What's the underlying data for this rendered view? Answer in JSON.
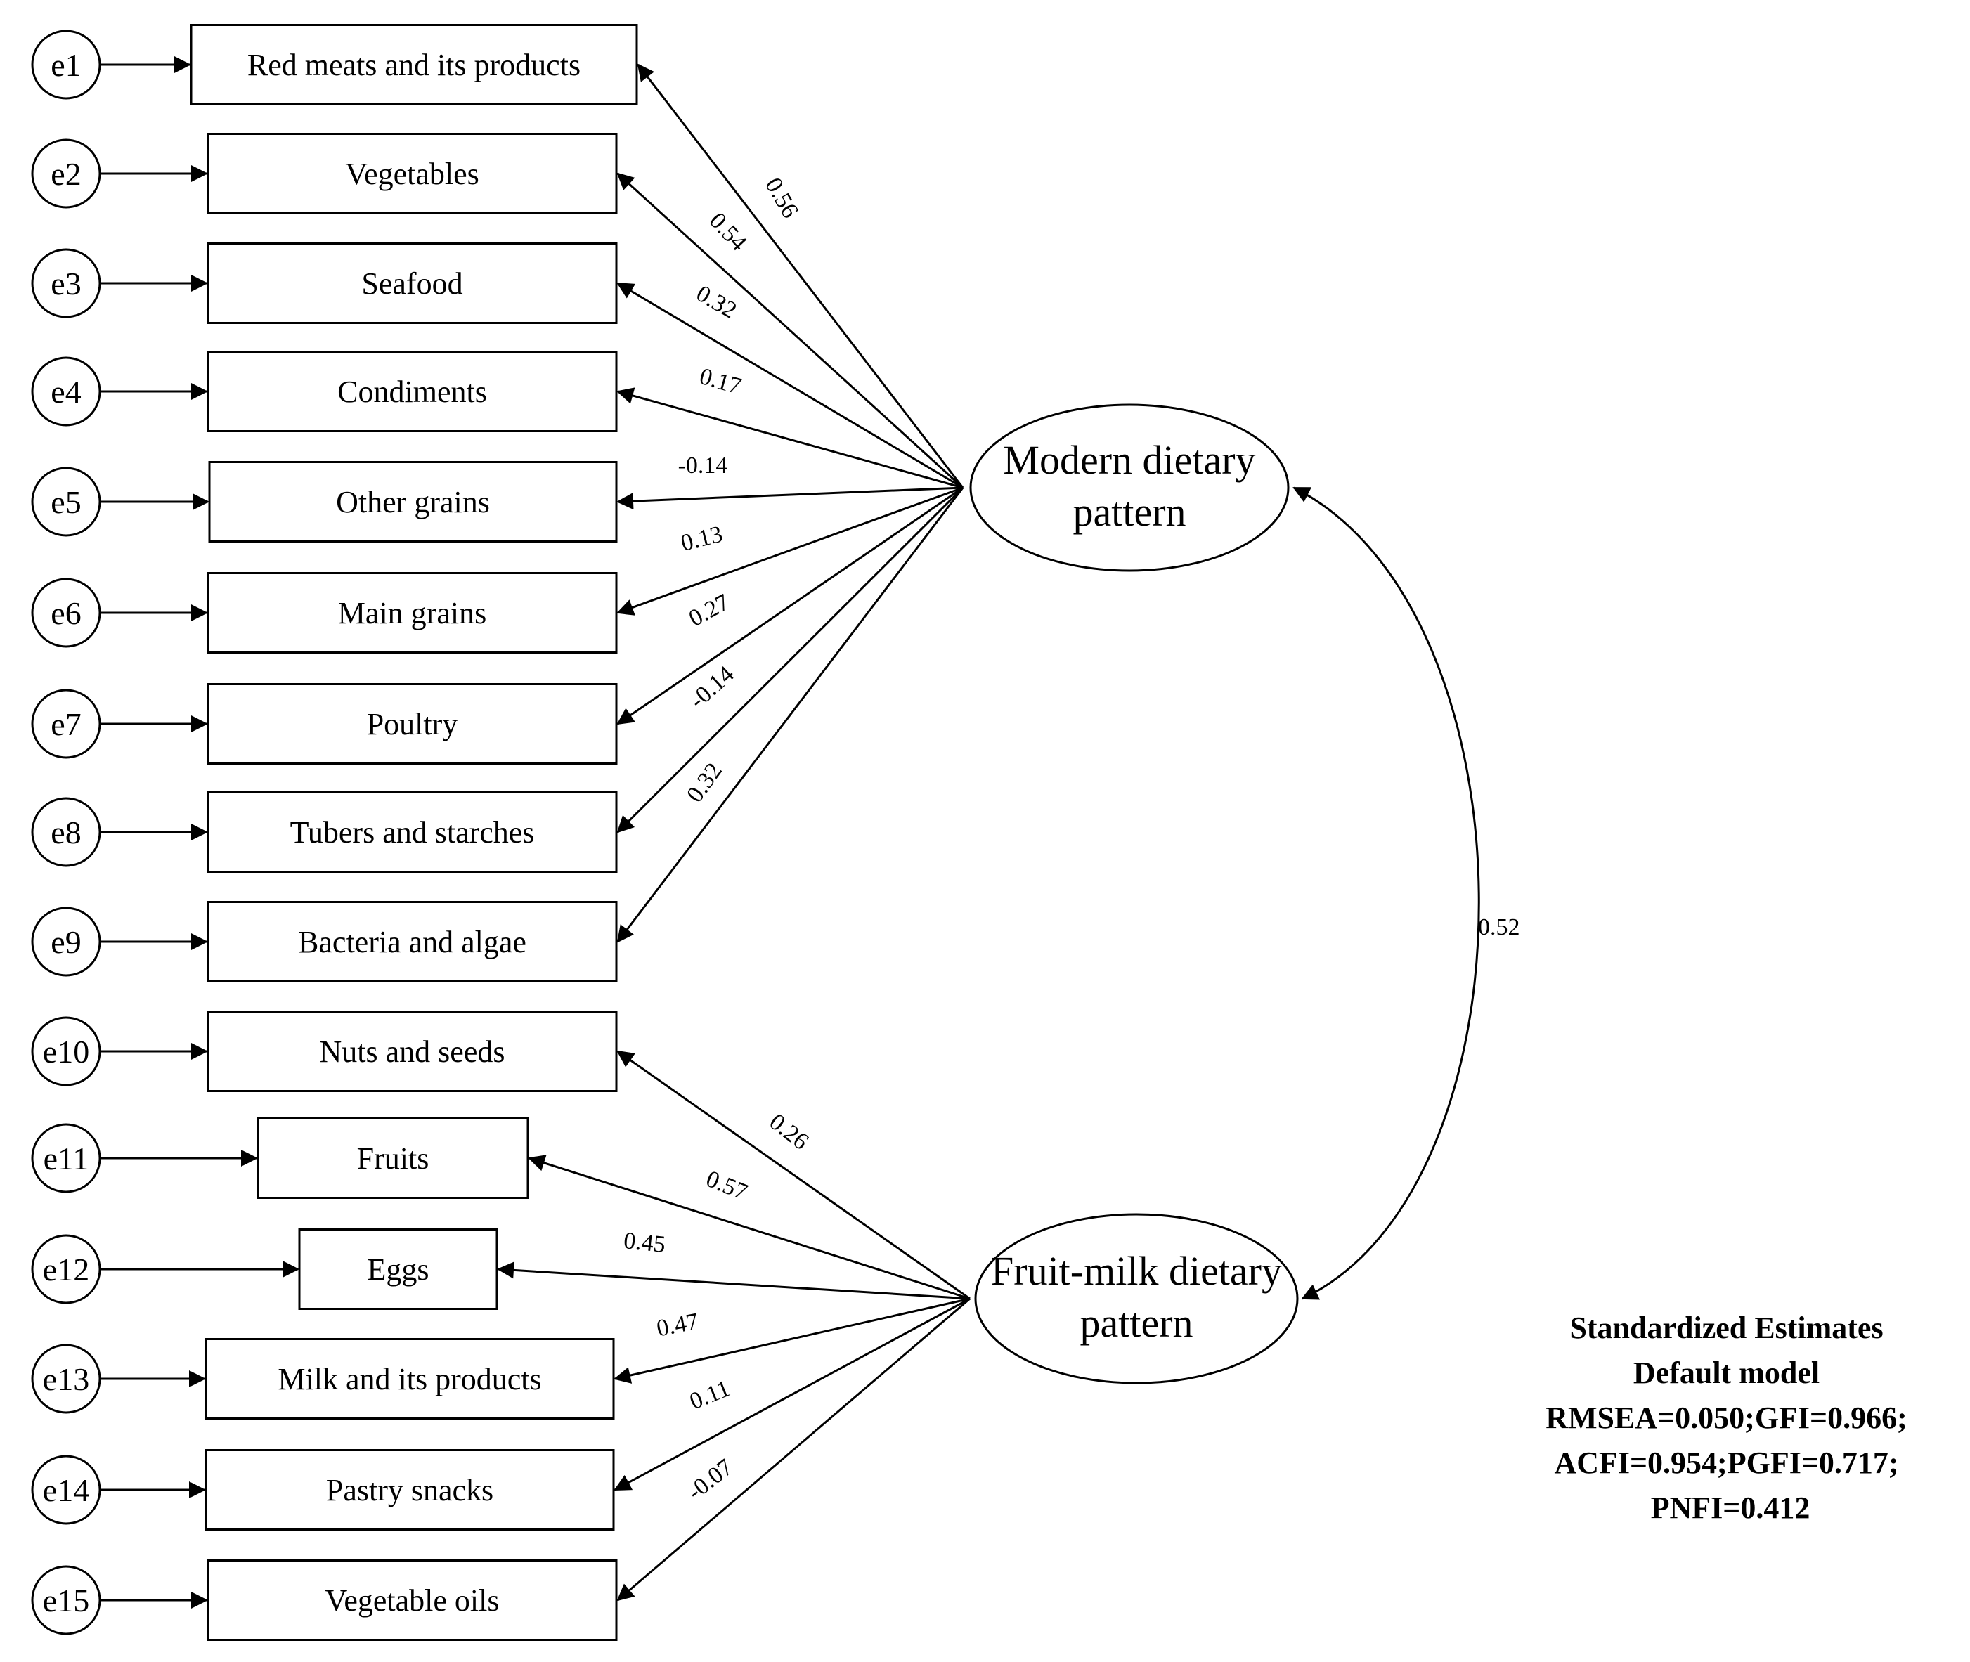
{
  "factors": [
    {
      "id": "modern",
      "lines": [
        "Modern dietary",
        "pattern"
      ]
    },
    {
      "id": "fruitmilk",
      "lines": [
        "Fruit-milk dietary",
        "pattern"
      ]
    }
  ],
  "indicators": [
    {
      "error": "e1",
      "label": "Red meats and its products",
      "factor": "modern",
      "loading": "0.56"
    },
    {
      "error": "e2",
      "label": "Vegetables",
      "factor": "modern",
      "loading": "0.54"
    },
    {
      "error": "e3",
      "label": "Seafood",
      "factor": "modern",
      "loading": "0.32"
    },
    {
      "error": "e4",
      "label": "Condiments",
      "factor": "modern",
      "loading": "0.17"
    },
    {
      "error": "e5",
      "label": "Other grains",
      "factor": "modern",
      "loading": "-0.14"
    },
    {
      "error": "e6",
      "label": "Main grains",
      "factor": "modern",
      "loading": "0.13"
    },
    {
      "error": "e7",
      "label": "Poultry",
      "factor": "modern",
      "loading": "0.27"
    },
    {
      "error": "e8",
      "label": "Tubers and starches",
      "factor": "modern",
      "loading": "-0.14"
    },
    {
      "error": "e9",
      "label": "Bacteria and algae",
      "factor": "modern",
      "loading": "0.32"
    },
    {
      "error": "e10",
      "label": "Nuts and seeds",
      "factor": "fruitmilk",
      "loading": "0.26"
    },
    {
      "error": "e11",
      "label": "Fruits",
      "factor": "fruitmilk",
      "loading": "0.57"
    },
    {
      "error": "e12",
      "label": "Eggs",
      "factor": "fruitmilk",
      "loading": "0.45"
    },
    {
      "error": "e13",
      "label": "Milk and its products",
      "factor": "fruitmilk",
      "loading": "0.47"
    },
    {
      "error": "e14",
      "label": "Pastry snacks",
      "factor": "fruitmilk",
      "loading": "0.11"
    },
    {
      "error": "e15",
      "label": "Vegetable oils",
      "factor": "fruitmilk",
      "loading": "-0.07"
    }
  ],
  "correlation": {
    "label": "0.52"
  },
  "fit_summary": {
    "lines": [
      "Standardized Estimates",
      "Default model",
      "RMSEA=0.050;GFI=0.966;",
      "ACFI=0.954;PGFI=0.717;",
      "PNFI=0.412"
    ]
  }
}
